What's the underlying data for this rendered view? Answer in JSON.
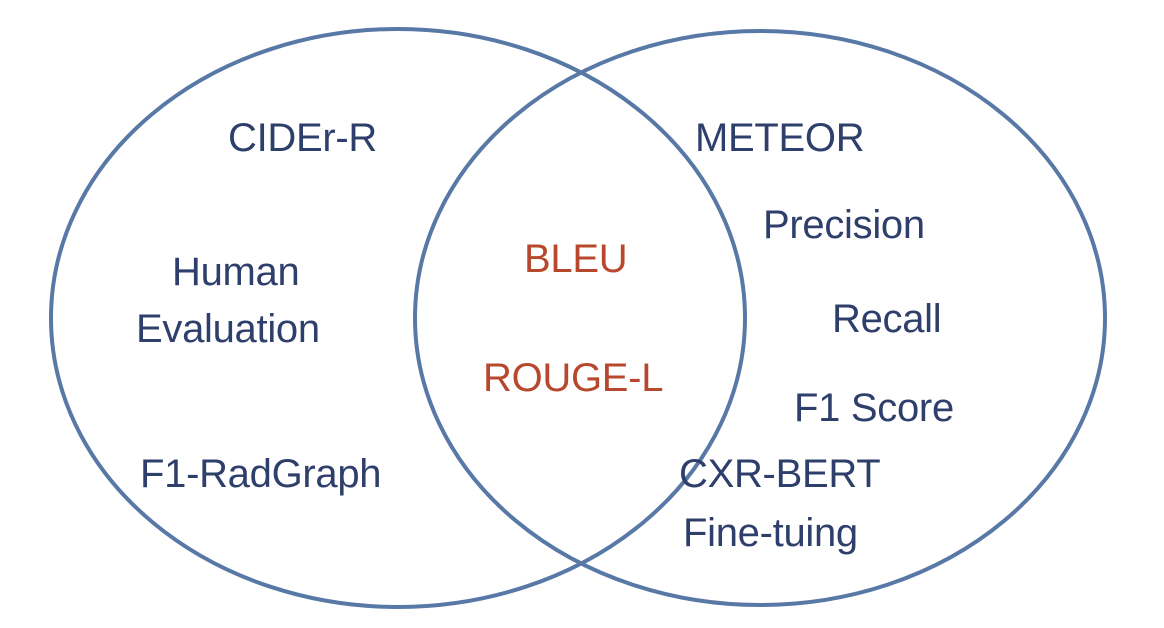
{
  "diagram": {
    "type": "venn",
    "sets": [
      {
        "name": "left-set",
        "stroke_color": "#5878a6",
        "items": [
          "CIDEr-R",
          "Human Evaluation",
          "F1-RadGraph"
        ]
      },
      {
        "name": "right-set",
        "stroke_color": "#5878a6",
        "items": [
          "METEOR",
          "Precision",
          "Recall",
          "F1 Score",
          "CXR-BERT Fine-tuing"
        ]
      }
    ],
    "intersection": {
      "text_color": "#b8482d",
      "items": [
        "BLEU",
        "ROUGE-L"
      ]
    },
    "labels": {
      "cider_r": "CIDEr-R",
      "human_line1": "Human",
      "human_line2": "Evaluation",
      "f1_radgraph": "F1-RadGraph",
      "bleu": "BLEU",
      "rouge_l": "ROUGE-L",
      "meteor": "METEOR",
      "precision": "Precision",
      "recall": "Recall",
      "f1_score": "F1 Score",
      "cxr_bert_line1": "CXR-BERT",
      "cxr_bert_line2": "Fine-tuing"
    },
    "colors": {
      "outline": "#5878a6",
      "set_text": "#2f3f6b",
      "shared_text": "#b8482d",
      "background": "#ffffff"
    }
  }
}
